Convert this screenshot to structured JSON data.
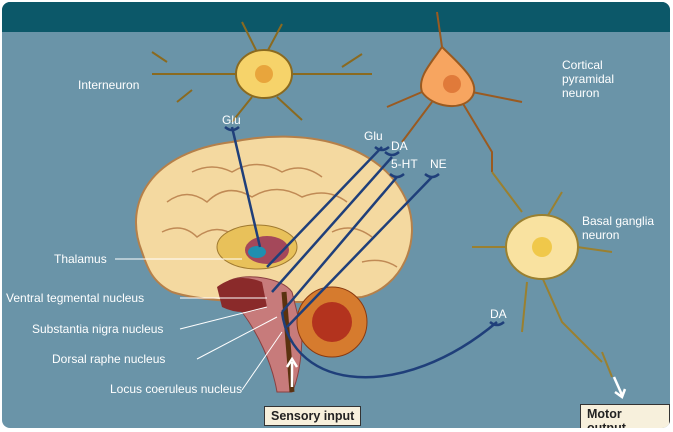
{
  "labels": {
    "interneuron": "Interneuron",
    "cortical": "Cortical pyramidal neuron",
    "basal": "Basal ganglia neuron",
    "thalamus": "Thalamus",
    "vtn": "Ventral tegmental nucleus",
    "snn": "Substantia nigra nucleus",
    "drn": "Dorsal raphe nucleus",
    "lcn": "Locus coeruleus nucleus"
  },
  "transmitters": {
    "glu1": "Glu",
    "glu2": "Glu",
    "da1": "DA",
    "ht": "5-HT",
    "ne": "NE",
    "da2": "DA"
  },
  "boxes": {
    "sensory": "Sensory input",
    "motor": "Motor output"
  },
  "colors": {
    "background": "#6a94a8",
    "topbar": "#0c5869",
    "pathway": "#1f3f7a"
  }
}
